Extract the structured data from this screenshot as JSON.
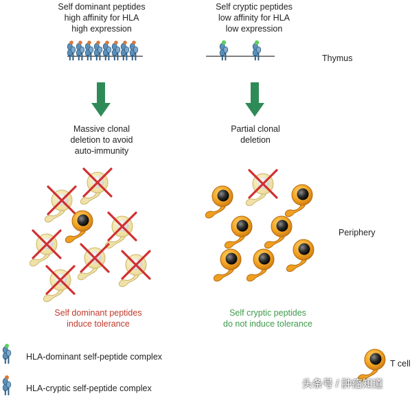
{
  "thymus": {
    "left_caption": [
      "Self dominant peptides",
      "high affinity for HLA",
      "high expression"
    ],
    "right_caption": [
      "Self cryptic peptides",
      "low affinity for HLA",
      "low expression"
    ],
    "label": "Thymus"
  },
  "outcome": {
    "left": [
      "Massive clonal",
      "deletion to avoid",
      "auto-immunity"
    ],
    "right": [
      "Partial clonal",
      "deletion"
    ]
  },
  "periphery": {
    "label": "Periphery",
    "left_caption": [
      "Self dominant peptides",
      "induce tolerance"
    ],
    "right_caption": [
      "Self cryptic peptides",
      "do not induce tolerance"
    ]
  },
  "legend": {
    "dominant": "HLA-dominant self-peptide complex",
    "cryptic": "HLA-cryptic self-peptide complex",
    "tcell": "T cell"
  },
  "watermark": "头条号 / 肿瘤知道",
  "colors": {
    "arrow": "#2e8b57",
    "hla": "#4a7fa8",
    "dominant_peptide": "#d9783a",
    "cryptic_peptide": "#5ad05a",
    "cell_live": "#f0a020",
    "cell_deleted": "#f2e6a0",
    "cross": "#d03030",
    "red_text": "#c0392b",
    "green_text": "#3f9a4a"
  }
}
